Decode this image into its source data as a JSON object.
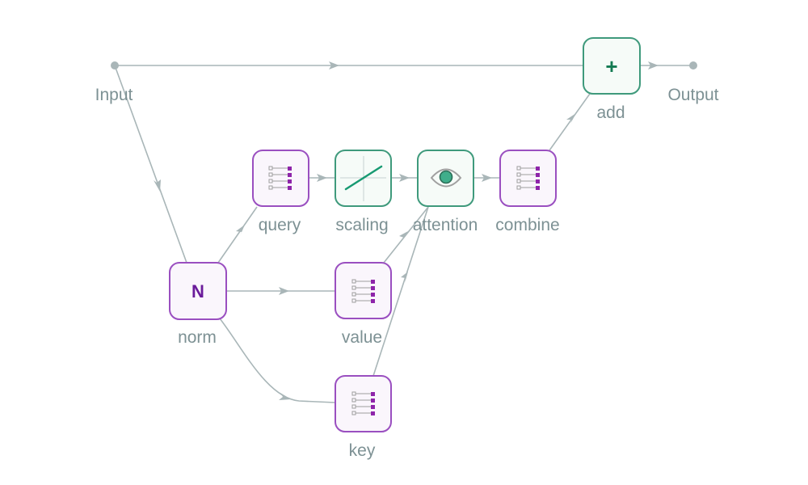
{
  "diagram": {
    "input_label": "Input",
    "output_label": "Output",
    "nodes": {
      "norm": {
        "label": "norm",
        "glyph": "N"
      },
      "query": {
        "label": "query"
      },
      "value": {
        "label": "value"
      },
      "key": {
        "label": "key"
      },
      "scaling": {
        "label": "scaling"
      },
      "attention": {
        "label": "attention"
      },
      "combine": {
        "label": "combine"
      },
      "add": {
        "label": "add",
        "glyph": "+"
      }
    }
  },
  "colors": {
    "purple_border": "#9a4fc0",
    "green_border": "#3f9a7c",
    "edge": "#a9b6b8",
    "label": "#7d9194"
  }
}
